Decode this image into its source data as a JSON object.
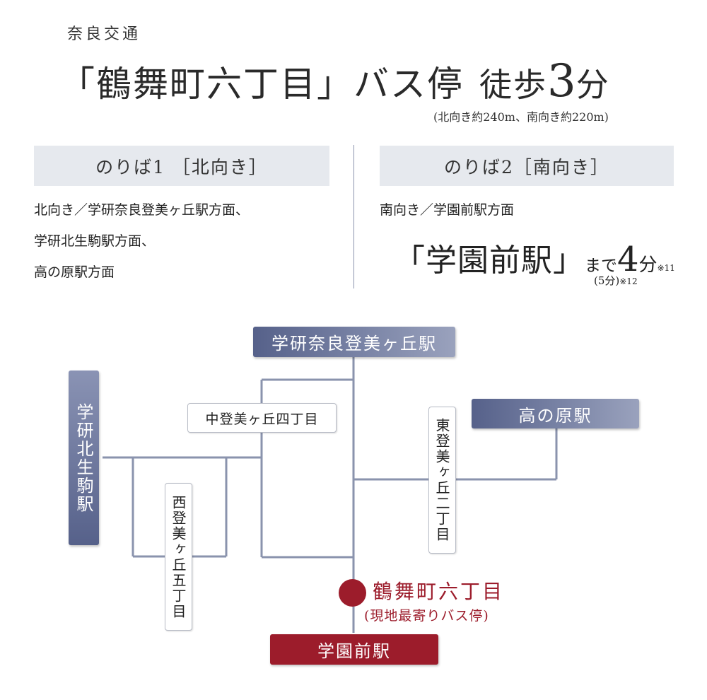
{
  "header": {
    "company": "奈良交通",
    "bus_stop": "「鶴舞町六丁目」バス停",
    "walk_label": "徒歩",
    "walk_minutes": "3",
    "walk_unit": "分",
    "distance_note": "(北向き約240m、南向き約220m)"
  },
  "stops": [
    {
      "header": "のりば1 ［北向き］",
      "lines": [
        "北向き／学研奈良登美ヶ丘駅方面、",
        "学研北生駒駅方面、",
        "高の原駅方面"
      ]
    },
    {
      "header": "のりば2［南向き］",
      "lines": [
        "南向き／学園前駅方面"
      ],
      "destination": "「学園前駅」",
      "made": "まで",
      "minutes": "4",
      "unit": "分",
      "note1": "※11",
      "alt_time": "(5分)",
      "note2": "※12"
    }
  ],
  "map": {
    "stations": {
      "north": "学研奈良登美ヶ丘駅",
      "west": "学研北生駒駅",
      "east": "高の原駅",
      "south": "学園前駅"
    },
    "bus_stops": {
      "naka": "中登美ヶ丘四丁目",
      "nishi": "西登美ヶ丘五丁目",
      "higashi": "東登美ヶ丘二丁目"
    },
    "current_stop": {
      "name": "鶴舞町六丁目",
      "note": "(現地最寄りバス停)"
    }
  },
  "colors": {
    "accent_red": "#9c1c2b",
    "station_navy": "#56618a",
    "route_line": "#8a93ad",
    "panel_bg": "#e6e9ee"
  }
}
